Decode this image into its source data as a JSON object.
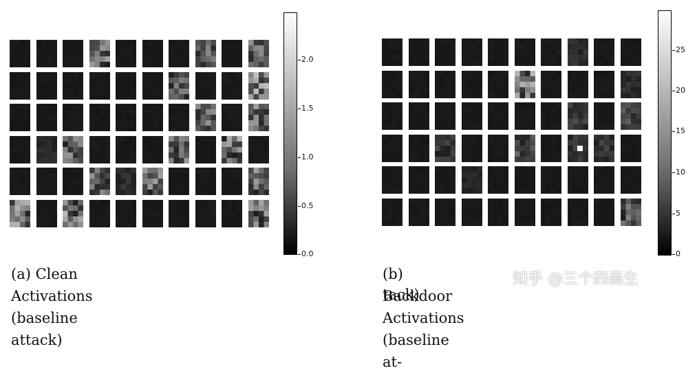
{
  "figure_a": {
    "caption": "(a) Clean Activations (baseline attack)",
    "colorbar_ticks": [
      "2.0",
      "1.5",
      "1.0",
      "0.5",
      "0.0"
    ],
    "colorbar_range": [
      0,
      2.5
    ],
    "activation_grid_rows": 6,
    "activation_grid_cols": 10
  },
  "figure_b": {
    "caption_line1": "(b) Backdoor Activations (baseline at-",
    "caption_line2": "tack)",
    "colorbar_ticks": [
      "25",
      "20",
      "15",
      "10",
      "5",
      "0"
    ],
    "colorbar_range": [
      0,
      30
    ],
    "activation_grid_rows": 6,
    "activation_grid_cols": 10
  },
  "watermark": "知乎 @三个四画生"
}
